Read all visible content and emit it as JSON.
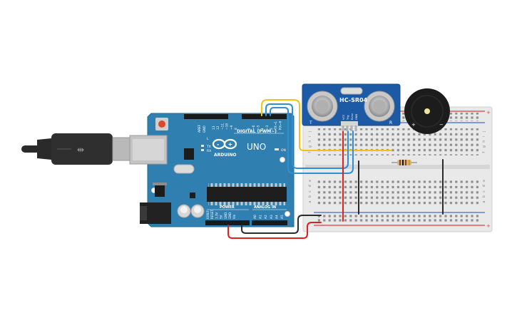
{
  "arduino": {
    "brand": "ARDUINO",
    "model": "UNO",
    "digital_label": "DIGITAL (PWM~)",
    "power_label": "POWER",
    "analog_label": "ANALOG IN",
    "on_label": "ON",
    "tx_label": "TX",
    "rx_label": "RX",
    "l_label": "L",
    "aref_label": "AREF",
    "gnd_label": "GND",
    "digital_pins": [
      "13",
      "12",
      "~11",
      "~10",
      "~9",
      "8",
      "7",
      "~6",
      "~5",
      "4",
      "~3",
      "2",
      "TX→1",
      "RX←0"
    ],
    "power_pins": [
      "IOREF",
      "RESET",
      "3.3V",
      "5V",
      "GND",
      "GND",
      "Vin"
    ],
    "analog_pins": [
      "A0",
      "A1",
      "A2",
      "A3",
      "A4",
      "A5"
    ]
  },
  "sensor": {
    "name": "HC-SR04",
    "left_mark": "T",
    "right_mark": "R",
    "pins": [
      "VCC",
      "Trig",
      "Echo",
      "GND"
    ]
  },
  "buzzer": {
    "plus": "+",
    "minus": "−"
  },
  "breadboard": {
    "row_letters_top": [
      "j",
      "i",
      "h",
      "g",
      "f"
    ],
    "row_letters_bottom": [
      "e",
      "d",
      "c",
      "b",
      "a"
    ],
    "rail_plus": "+",
    "rail_minus": "−"
  },
  "colors": {
    "board": "#2f7fb1",
    "wire_yellow": "#f2c411",
    "wire_blue": "#2e8fd4",
    "wire_red": "#e01f1f",
    "wire_black": "#2b2b2b",
    "sensor_pcb": "#1d5aa6",
    "rail_red": "#e33b3b",
    "rail_blue": "#3a6fd8"
  }
}
